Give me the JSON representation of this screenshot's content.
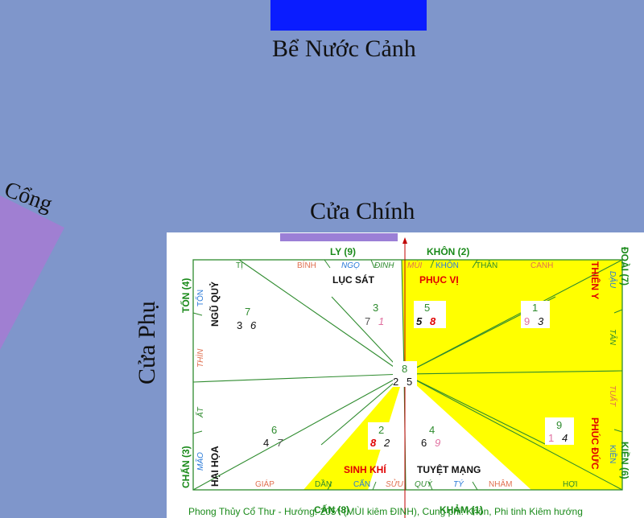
{
  "labels": {
    "be_nuoc_canh": "Bể Nước Cảnh",
    "cong": "Cổng",
    "cua_chinh": "Cửa Chính",
    "cua_phu": "Cửa Phụ"
  },
  "colors": {
    "background": "#7f96cb",
    "pool": "#0a1cff",
    "door": "#9b7fd6",
    "gate": "#a07fd2",
    "good_zone": "#ffff00",
    "palace_text": "#1a8a1a",
    "star_text": "#e00000",
    "north_arrow": "#c00000"
  },
  "palaces": {
    "ly": "LY (9)",
    "khon": "KHÔN (2)",
    "doai": "ĐOÀI (7)",
    "kien": "KIỀN (6)",
    "kham": "KHẢM (1)",
    "can": "CẤN (8)",
    "chan": "CHẤN (3)",
    "ton": "TỐN (4)"
  },
  "mountains": {
    "ti": "TỊ",
    "binh": "BÍNH",
    "ngo": "NGỌ",
    "dinh": "ĐINH",
    "mui": "MÙI",
    "khon": "KHÔN",
    "than": "THÂN",
    "canh": "CANH",
    "dau": "DẬU",
    "tan": "TÂN",
    "tuat": "TUẤT",
    "kien": "KIỀN",
    "hoi": "HỢI",
    "nham": "NHÂM",
    "ty": "TÝ",
    "quy": "QUÝ",
    "suu": "SỬU",
    "can": "CẤN",
    "dan": "DẦN",
    "giap": "GIÁP",
    "mao": "MÃO",
    "at": "ẤT",
    "thin": "THÌN",
    "ton": "TỐN"
  },
  "stars": {
    "luc_sat": "LỤC SÁT",
    "phuc_vi": "PHỤC VỊ",
    "thien_y": "THIÊN Y",
    "phuc_duc": "PHÚC ĐỨC",
    "tuyet_mang": "TUYỆT MẠNG",
    "sinh_khi": "SINH KHÍ",
    "hai_hoa": "HẠI HỌA",
    "ngu_quy": "NGŨ QUỶ"
  },
  "flying_stars": {
    "se": {
      "base": "7",
      "mountain": "3",
      "facing": "6"
    },
    "s": {
      "base": "3",
      "mountain": "7",
      "facing": "1"
    },
    "sw": {
      "base": "5",
      "mountain": "5",
      "facing": "8"
    },
    "w": {
      "base": "1",
      "mountain": "9",
      "facing": "3"
    },
    "e": {
      "base": "6",
      "mountain": "4",
      "facing": "7"
    },
    "ne": {
      "base": "2",
      "mountain": "8",
      "facing": "2"
    },
    "n": {
      "base": "4",
      "mountain": "6",
      "facing": "9"
    },
    "nw": {
      "base": "9",
      "mountain": "1",
      "facing": "4"
    },
    "center": {
      "base": "8",
      "mountain": "2",
      "facing": "5"
    }
  },
  "caption": "Phong Thủy Cổ Thư - Hướng: 205^ (MÙI kiêm ĐINH), Cung phi: Khôn, Phi tinh Kiêm hướng"
}
